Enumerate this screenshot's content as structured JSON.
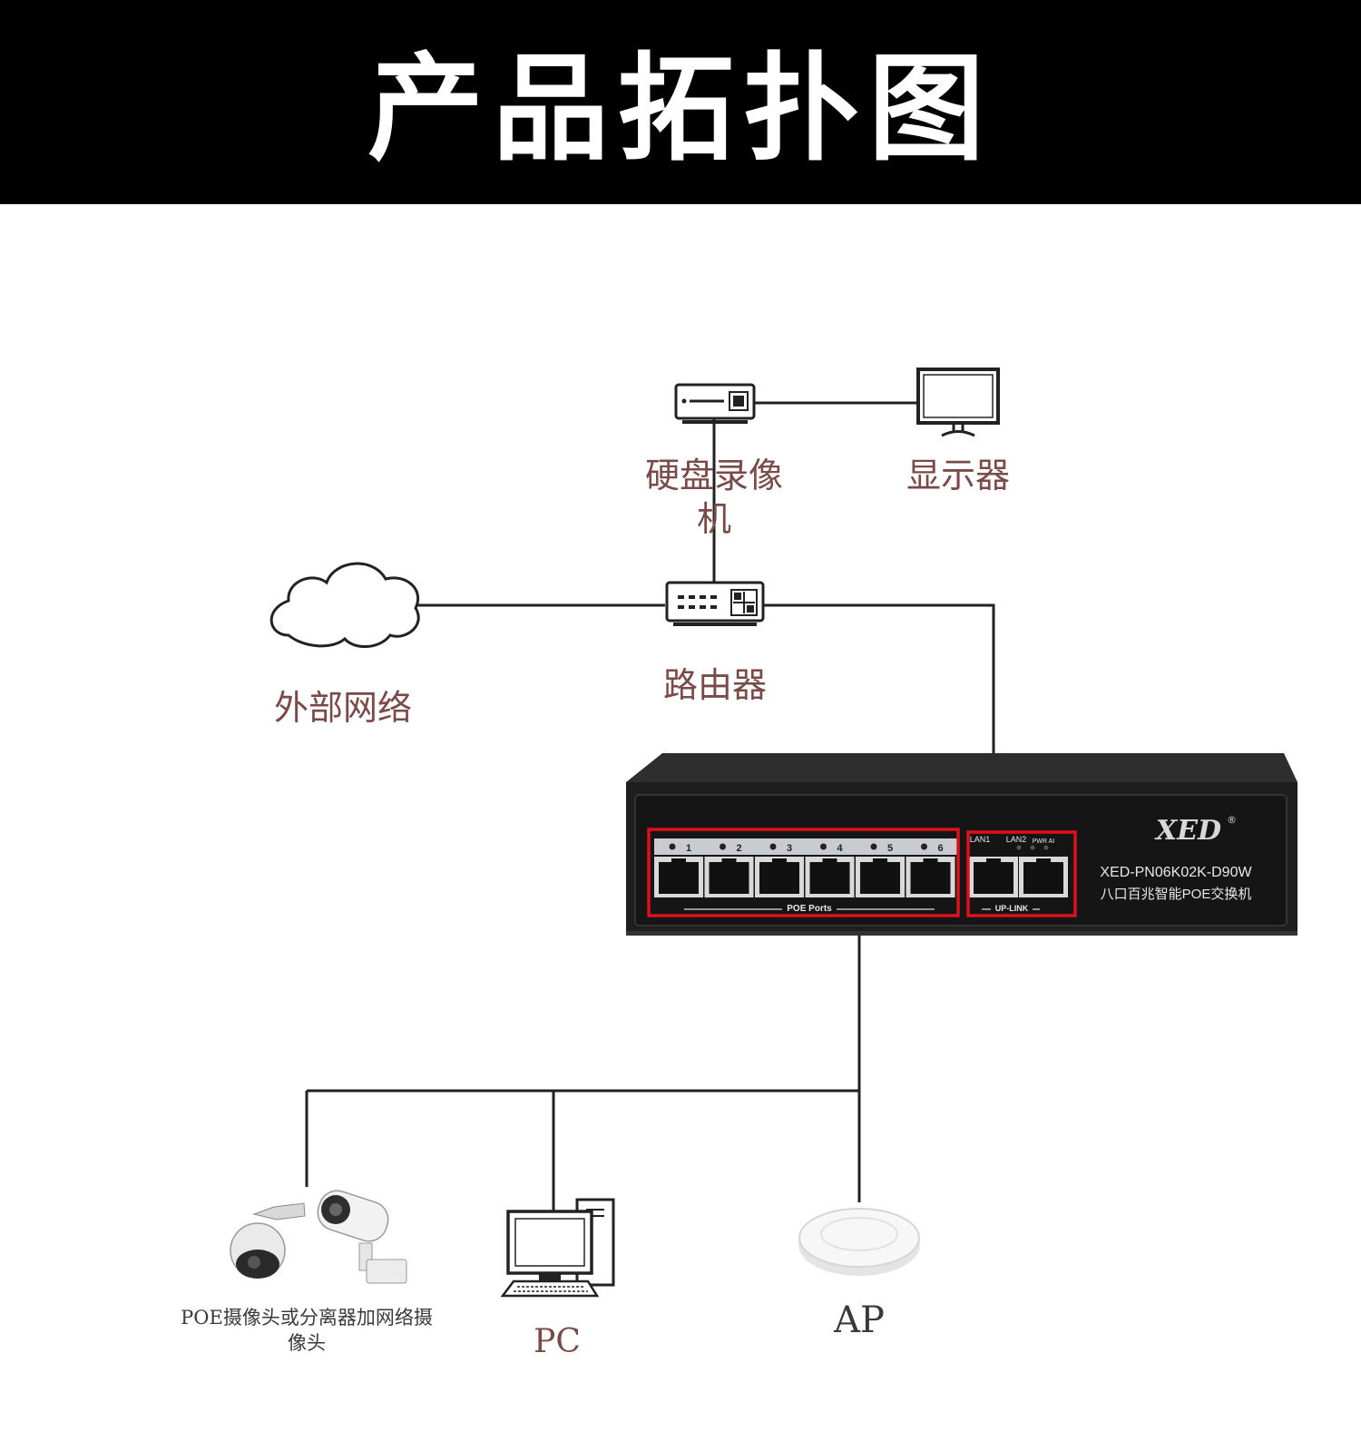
{
  "banner": {
    "title": "产品拓扑图"
  },
  "labels": {
    "nvr_line1": "硬盘录像",
    "nvr_line2": "机",
    "monitor": "显示器",
    "router": "路由器",
    "internet": "外部网络",
    "camera_line1": "POE摄像头或分离器加网络摄",
    "camera_line2": "像头",
    "pc": "PC",
    "ap": "AP"
  },
  "switch": {
    "brand": "XED",
    "registered": "®",
    "model": "XED-PN06K02K-D90W",
    "description": "八口百兆智能POE交换机",
    "poe_ports": [
      "1",
      "2",
      "3",
      "4",
      "5",
      "6"
    ],
    "poe_caption": "POE Ports",
    "uplink_ports": [
      "LAN1",
      "LAN2"
    ],
    "uplink_caption": "UP-LINK",
    "indicators": "PWR AI"
  },
  "colors": {
    "banner_bg": "#000000",
    "label_text": "#7a4a48",
    "highlight_box": "#e0101a",
    "switch_body": "#1e1e1e"
  }
}
